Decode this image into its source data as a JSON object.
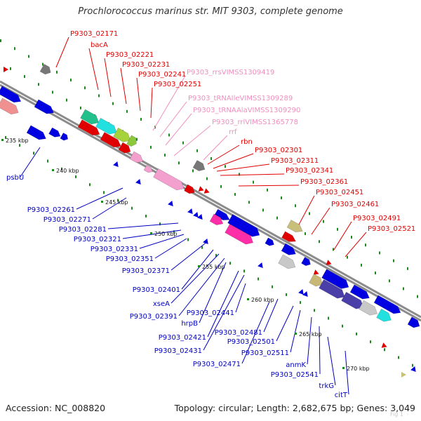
{
  "title": "Prochlorococcus marinus str. MIT 9303, complete genome",
  "accession": "Accession: NC_008820",
  "topology": "Topology: circular; Length: 2,682,675 bp; Genes: 3,049",
  "watermark": "Fig 1",
  "colors": {
    "backbone": "#8c8c8c",
    "dots": "#1e8a1e",
    "red_label": "#e00000",
    "pink_label": "#ef8fbf",
    "blue_label": "#0000c0",
    "kbp_label": "#111111"
  },
  "kbp_ticks": [
    "235 kbp",
    "240 kbp",
    "245 kbp",
    "250 kbp",
    "255 kbp",
    "260 kbp",
    "265 kbp",
    "270 kbp"
  ],
  "upper_labels": [
    {
      "text": "P9303_02171",
      "color": "red"
    },
    {
      "text": "bacA",
      "color": "red"
    },
    {
      "text": "P9303_02221",
      "color": "red"
    },
    {
      "text": "P9303_02231",
      "color": "red"
    },
    {
      "text": "P9303_02241",
      "color": "red"
    },
    {
      "text": "P9303_02251",
      "color": "red"
    },
    {
      "text": "P9303_rrsVIMSS1309419",
      "color": "pink"
    },
    {
      "text": "P9303_tRNAIleVIMSS1309289",
      "color": "pink"
    },
    {
      "text": "P9303_tRNAAlaVIMSS1309290",
      "color": "pink"
    },
    {
      "text": "P9303_rrlVIMSS1365778",
      "color": "pink"
    },
    {
      "text": "rrf",
      "color": "pink"
    },
    {
      "text": "rbn",
      "color": "red"
    },
    {
      "text": "P9303_02301",
      "color": "red"
    },
    {
      "text": "P9303_02311",
      "color": "red"
    },
    {
      "text": "P9303_02341",
      "color": "red"
    },
    {
      "text": "P9303_02361",
      "color": "red"
    },
    {
      "text": "P9303_02451",
      "color": "red"
    },
    {
      "text": "P9303_02461",
      "color": "red"
    },
    {
      "text": "P9303_02491",
      "color": "red"
    },
    {
      "text": "P9303_02521",
      "color": "red"
    }
  ],
  "lower_labels": [
    {
      "text": "psbU"
    },
    {
      "text": "P9303_02261"
    },
    {
      "text": "P9303_02271"
    },
    {
      "text": "P9303_02281"
    },
    {
      "text": "P9303_02321"
    },
    {
      "text": "P9303_02331"
    },
    {
      "text": "P9303_02351"
    },
    {
      "text": "P9303_02371"
    },
    {
      "text": "P9303_02401"
    },
    {
      "text": "xseA"
    },
    {
      "text": "P9303_02391"
    },
    {
      "text": "hrpB"
    },
    {
      "text": "P9303_02441"
    },
    {
      "text": "P9303_02421"
    },
    {
      "text": "P9303_02431"
    },
    {
      "text": "P9303_02481"
    },
    {
      "text": "P9303_02471"
    },
    {
      "text": "P9303_02501"
    },
    {
      "text": "P9303_02511"
    },
    {
      "text": "anmK"
    },
    {
      "text": "P9303_02541"
    },
    {
      "text": "trkG"
    },
    {
      "text": "citT"
    }
  ]
}
